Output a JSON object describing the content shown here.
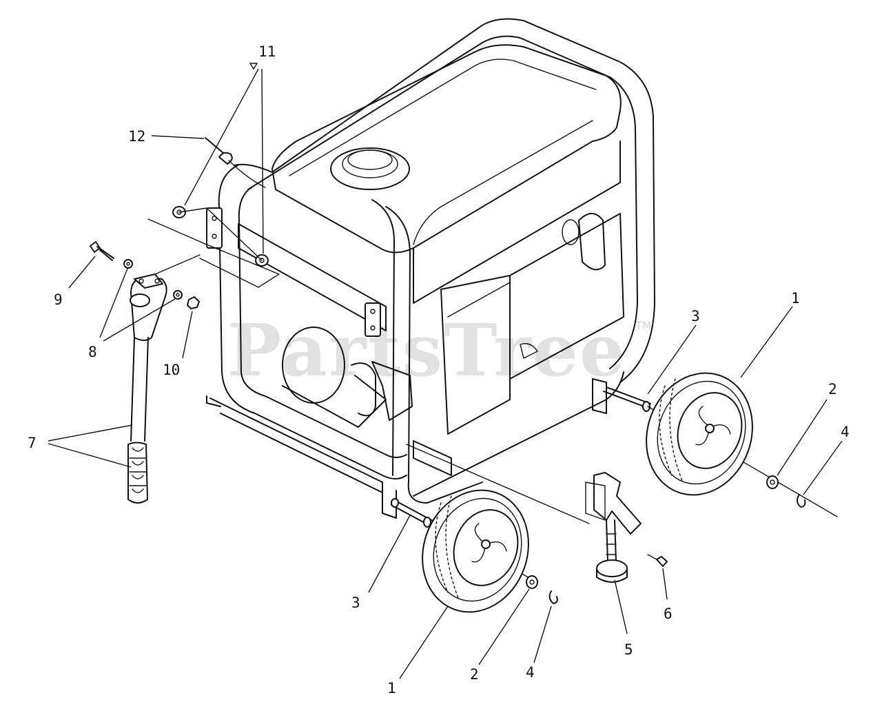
{
  "diagram": {
    "callouts": [
      {
        "key": "c1_rear",
        "label": "1"
      },
      {
        "key": "c1_front",
        "label": "1"
      },
      {
        "key": "c2_rear",
        "label": "2"
      },
      {
        "key": "c2_front",
        "label": "2"
      },
      {
        "key": "c3_rear",
        "label": "3"
      },
      {
        "key": "c3_front",
        "label": "3"
      },
      {
        "key": "c4_rear",
        "label": "4"
      },
      {
        "key": "c4_front",
        "label": "4"
      },
      {
        "key": "c5",
        "label": "5"
      },
      {
        "key": "c6",
        "label": "6"
      },
      {
        "key": "c7",
        "label": "7"
      },
      {
        "key": "c8",
        "label": "8"
      },
      {
        "key": "c9",
        "label": "9"
      },
      {
        "key": "c10",
        "label": "10"
      },
      {
        "key": "c11",
        "label": "11"
      },
      {
        "key": "c12",
        "label": "12"
      }
    ],
    "watermark": {
      "text": "PartsTree",
      "trademark": "TM"
    }
  }
}
